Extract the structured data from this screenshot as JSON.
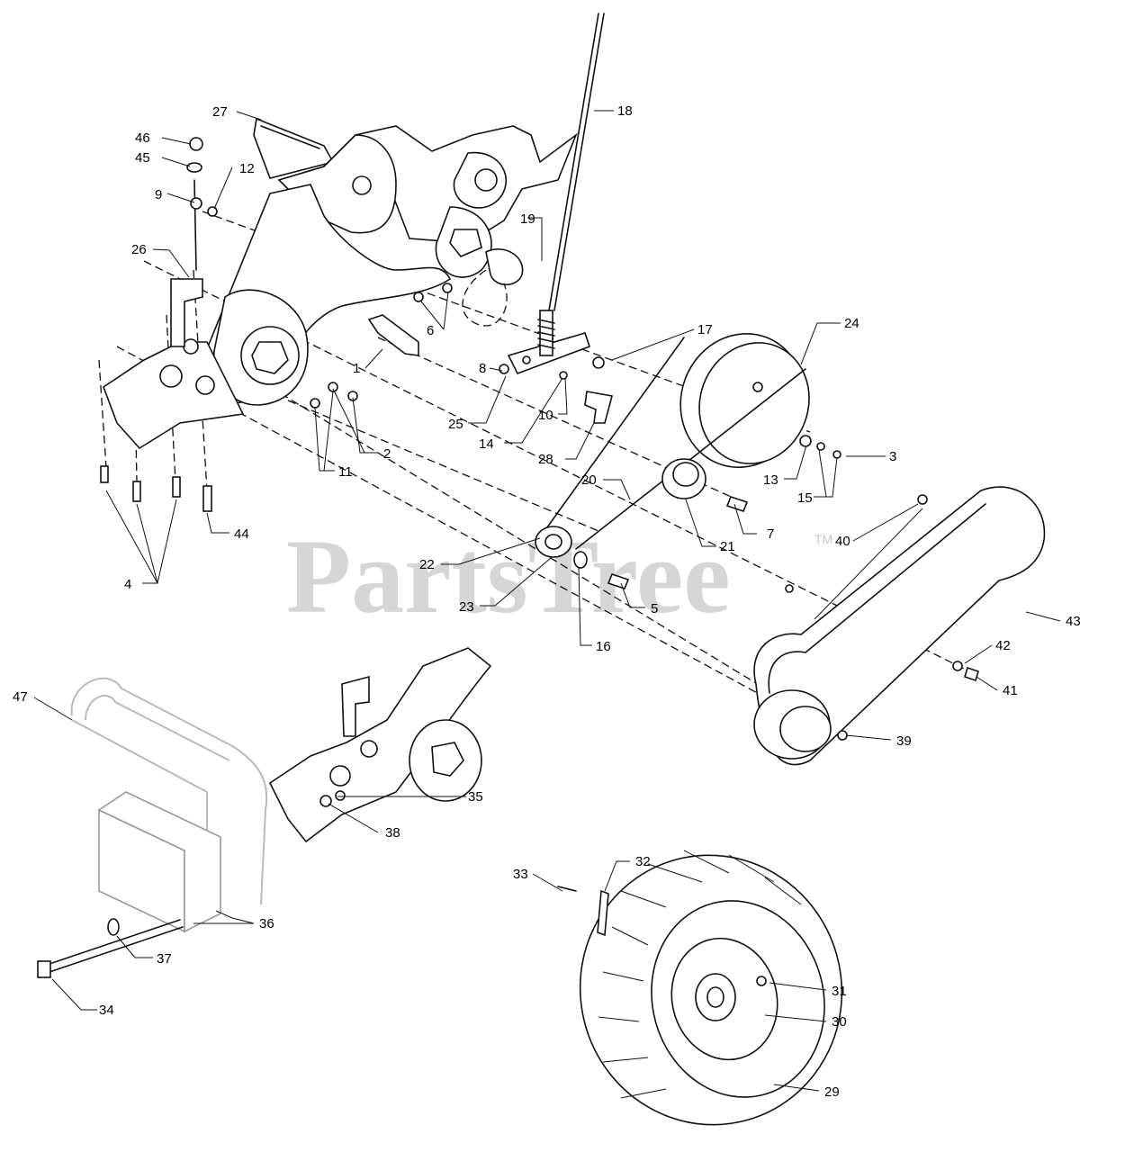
{
  "watermark": {
    "text": "PartsTree",
    "tm": "TM"
  },
  "callouts": [
    {
      "id": "1",
      "label": "1"
    },
    {
      "id": "2",
      "label": "2"
    },
    {
      "id": "3",
      "label": "3"
    },
    {
      "id": "4",
      "label": "4"
    },
    {
      "id": "5",
      "label": "5"
    },
    {
      "id": "6",
      "label": "6"
    },
    {
      "id": "7",
      "label": "7"
    },
    {
      "id": "8",
      "label": "8"
    },
    {
      "id": "9",
      "label": "9"
    },
    {
      "id": "10",
      "label": "10"
    },
    {
      "id": "11",
      "label": "11"
    },
    {
      "id": "12",
      "label": "12"
    },
    {
      "id": "13",
      "label": "13"
    },
    {
      "id": "14",
      "label": "14"
    },
    {
      "id": "15",
      "label": "15"
    },
    {
      "id": "16",
      "label": "16"
    },
    {
      "id": "17",
      "label": "17"
    },
    {
      "id": "18",
      "label": "18"
    },
    {
      "id": "19",
      "label": "19"
    },
    {
      "id": "20",
      "label": "20"
    },
    {
      "id": "21",
      "label": "21"
    },
    {
      "id": "22",
      "label": "22"
    },
    {
      "id": "23",
      "label": "23"
    },
    {
      "id": "24",
      "label": "24"
    },
    {
      "id": "25",
      "label": "25"
    },
    {
      "id": "26",
      "label": "26"
    },
    {
      "id": "27",
      "label": "27"
    },
    {
      "id": "28",
      "label": "28"
    },
    {
      "id": "29",
      "label": "29"
    },
    {
      "id": "30",
      "label": "30"
    },
    {
      "id": "31",
      "label": "31"
    },
    {
      "id": "32",
      "label": "32"
    },
    {
      "id": "33",
      "label": "33"
    },
    {
      "id": "34",
      "label": "34"
    },
    {
      "id": "35",
      "label": "35"
    },
    {
      "id": "36",
      "label": "36"
    },
    {
      "id": "37",
      "label": "37"
    },
    {
      "id": "38",
      "label": "38"
    },
    {
      "id": "39",
      "label": "39"
    },
    {
      "id": "40",
      "label": "40"
    },
    {
      "id": "41",
      "label": "41"
    },
    {
      "id": "42",
      "label": "42"
    },
    {
      "id": "43",
      "label": "43"
    },
    {
      "id": "44",
      "label": "44"
    },
    {
      "id": "45",
      "label": "45"
    },
    {
      "id": "46",
      "label": "46"
    },
    {
      "id": "47",
      "label": "47"
    }
  ]
}
